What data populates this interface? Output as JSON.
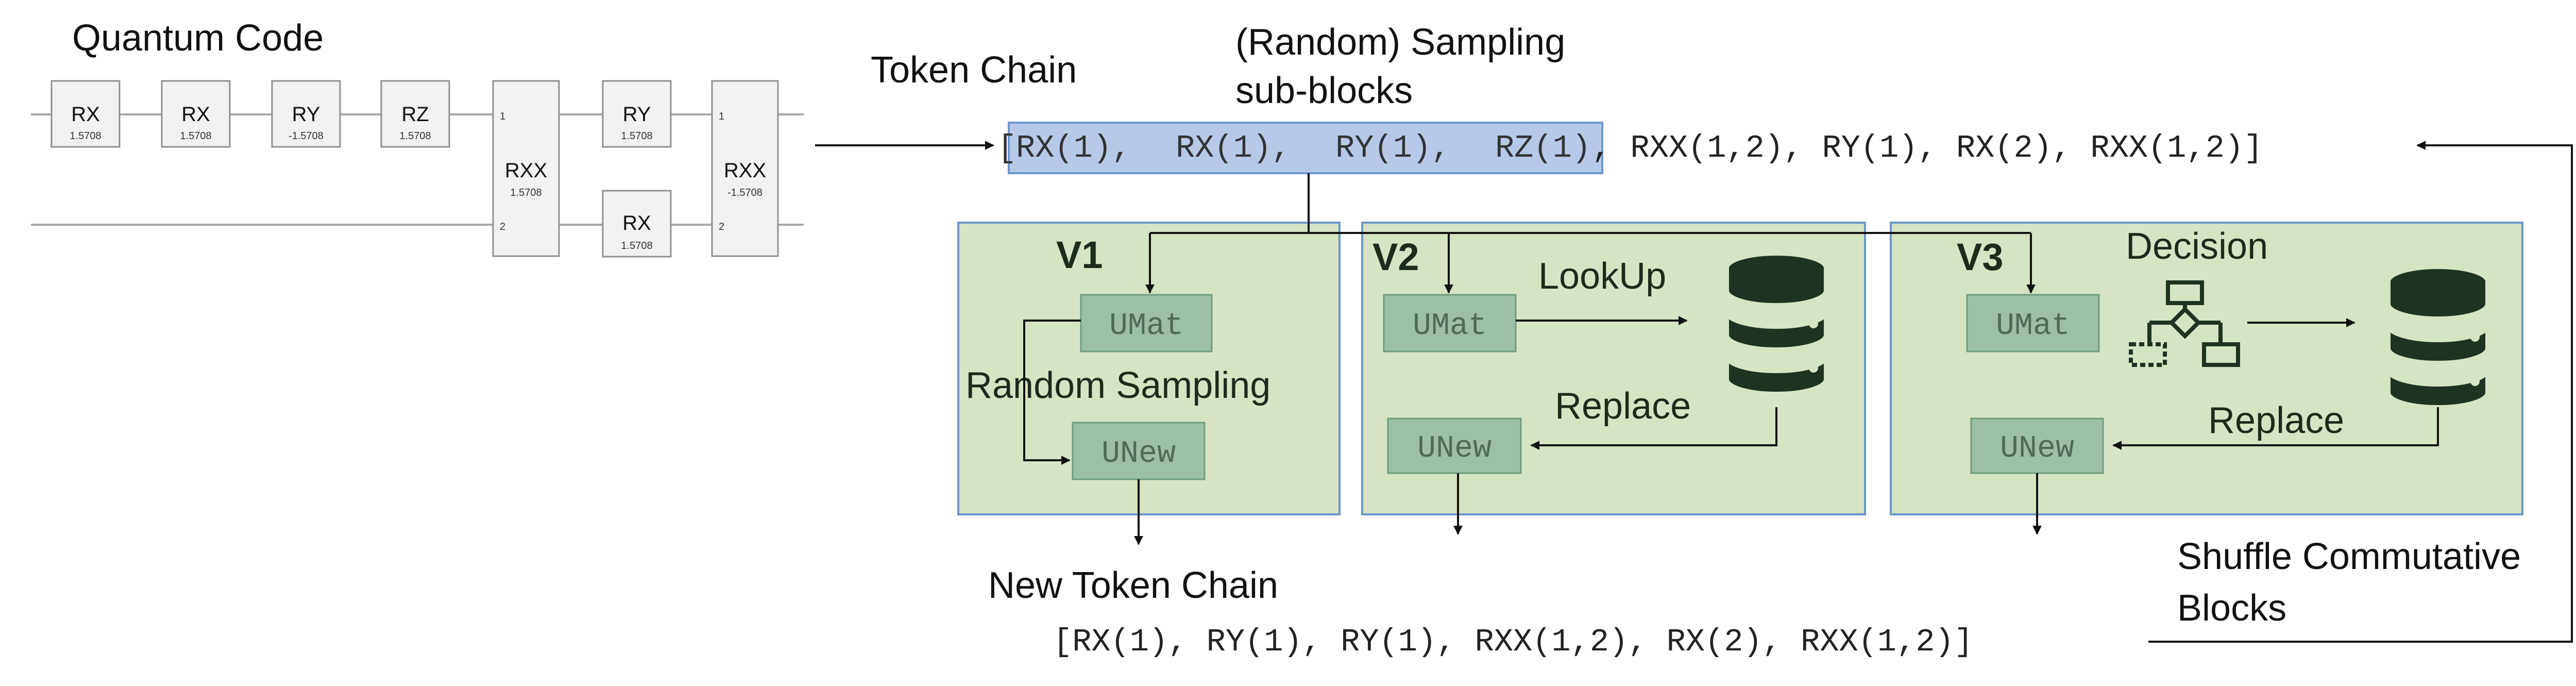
{
  "title": "Quantum Code",
  "token_chain_label": "Token Chain",
  "sampling_label_line1": "(Random) Sampling",
  "sampling_label_line2": "sub-blocks",
  "circuit": {
    "qubit_labels": [
      "1",
      "2"
    ],
    "gates": [
      {
        "name": "RX",
        "param": "1.5708"
      },
      {
        "name": "RX",
        "param": "1.5708"
      },
      {
        "name": "RY",
        "param": "-1.5708"
      },
      {
        "name": "RZ",
        "param": "1.5708"
      },
      {
        "name": "RXX",
        "param": "1.5708"
      },
      {
        "name": "RY",
        "param": "1.5708"
      },
      {
        "name": "RX",
        "param": "1.5708"
      },
      {
        "name": "RXX",
        "param": "-1.5708"
      }
    ]
  },
  "token_chain": {
    "open_bracket": "[",
    "selected_tokens": [
      "RX(1),",
      "RX(1),",
      "RY(1),",
      "RZ(1)"
    ],
    "rest": ", RXX(1,2), RY(1), RX(2), RXX(1,2)]"
  },
  "variants": [
    {
      "id": "V1",
      "umat": "UMat",
      "unew": "UNew",
      "label": "Random Sampling"
    },
    {
      "id": "V2",
      "umat": "UMat",
      "unew": "UNew",
      "label_top": "LookUp",
      "label_bottom": "Replace"
    },
    {
      "id": "V3",
      "umat": "UMat",
      "unew": "UNew",
      "label_top": "Decision",
      "label_bottom": "Replace"
    }
  ],
  "new_token_chain_label": "New Token Chain",
  "new_token_chain": "[RX(1), RY(1), RY(1), RXX(1,2), RX(2), RXX(1,2)]",
  "shuffle_label_line1": "Shuffle Commutative",
  "shuffle_label_line2": "Blocks",
  "colors": {
    "panel_fill": "#d5e4c3",
    "panel_stroke": "#6b96c9",
    "inner_box_fill": "#9cbfa5",
    "inner_box_stroke": "#6d9d7e",
    "inner_text": "#4e6a58",
    "selection_fill": "#b7c9e8",
    "selection_stroke": "#6f96cf",
    "database": "#1f3322",
    "gate_fill": "#f2f2f2",
    "gate_stroke": "#8f8f8f"
  }
}
